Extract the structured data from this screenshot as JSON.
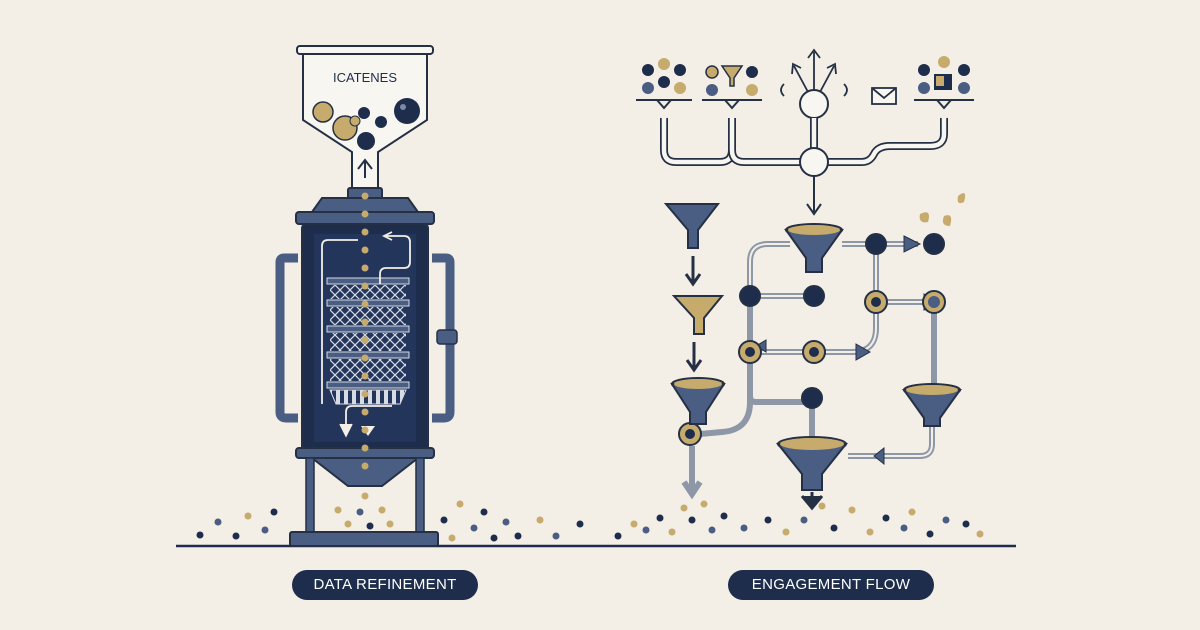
{
  "hopper": {
    "label": "ICATENES"
  },
  "captions": {
    "left": "DATA REFINEMENT",
    "right": "ENGAGEMENT FLOW"
  },
  "colors": {
    "background": "#f3efe6",
    "navy": "#1e2d4c",
    "steel": "#4a5d82",
    "gold": "#c6ab6d",
    "pipe": "#8d97a8",
    "ink": "#253044"
  }
}
